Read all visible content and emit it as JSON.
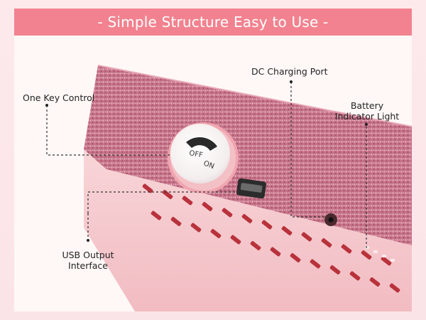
{
  "banner": {
    "title": "- Simple Structure Easy to Use -"
  },
  "knob": {
    "off_label": "OFF",
    "on_label": "ON"
  },
  "callouts": {
    "one_key_control": "One Key Control",
    "dc_charging_port": "DC Charging Port",
    "battery_indicator_line1": "Battery",
    "battery_indicator_line2": "Indicator Light",
    "usb_output_line1": "USB Output",
    "usb_output_line2": "Interface"
  },
  "colors": {
    "banner": "#f2828f",
    "glitter": "#c7748a",
    "body_pink": "#f6c7cb",
    "vent_red": "#c0353e"
  }
}
